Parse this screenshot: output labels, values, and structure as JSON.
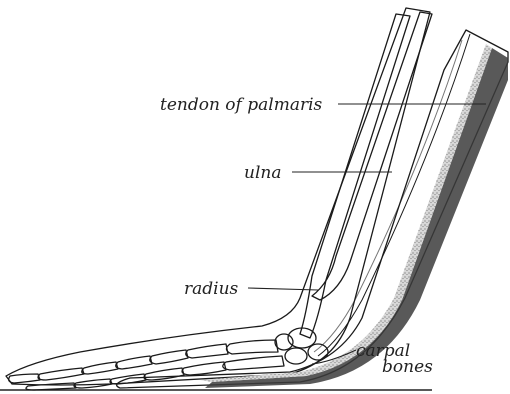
{
  "labels": {
    "tendon": "tendon of palmaris",
    "ulna": "ulna",
    "radius": "radius",
    "carpal_line1": "carpal",
    "carpal_line2": "bones"
  },
  "colors": {
    "ink": "#1a1a1a",
    "shade_band": "#3c3c3c",
    "stipple": "#555555",
    "paper": "#ffffff"
  }
}
